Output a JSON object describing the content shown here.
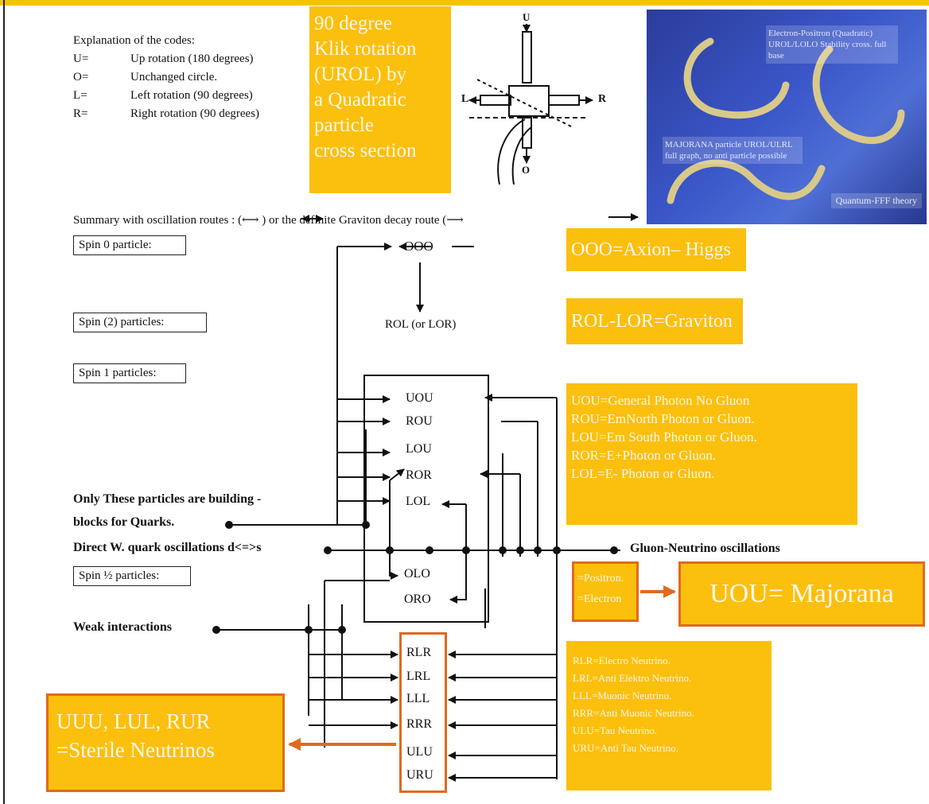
{
  "codes": {
    "title": "Explanation of the codes:",
    "items": [
      {
        "key": "U=",
        "desc": "Up rotation (180 degrees)"
      },
      {
        "key": "O=",
        "desc": "Unchanged circle."
      },
      {
        "key": "L=",
        "desc": "Left rotation (90 degrees)"
      },
      {
        "key": "R=",
        "desc": "Right rotation (90 degrees)"
      }
    ]
  },
  "title_box": [
    "90 degree",
    "Klik rotation",
    "(UROL) by",
    "a Quadratic",
    "particle",
    "cross section"
  ],
  "cross_diagram": {
    "top": "U",
    "left": "L",
    "right": "R",
    "bottom": "O"
  },
  "photo": {
    "note1": "Electron-Positron (Quadratic) UROL/LOLO Stability cross. full base",
    "note2": "MAJORANA particle UROL/ULRL full graph, no anti particle possible",
    "caption": "Quantum-FFF theory"
  },
  "summary": "Summary with oscillation routes : (⟷ ) or the definite Graviton decay route (⟶",
  "spin_labels": {
    "spin0": "Spin 0 particle:",
    "spin2": "Spin (2) particles:",
    "spin1": "Spin 1 particles:",
    "spin_half": "Spin ½ particles:"
  },
  "nodes": {
    "ooo": "OOO",
    "rol": "ROL (or LOR)",
    "spin1": [
      "UOU",
      "ROU",
      "LOU",
      "ROR",
      "LOL"
    ],
    "spin_half": [
      "OLO",
      "ORO"
    ],
    "neutrinos": [
      "RLR",
      "LRL",
      "LLL",
      "RRR",
      "ULU",
      "URU"
    ]
  },
  "side_labels": {
    "building_1": "Only These particles are building -",
    "building_2": "blocks for Quarks.",
    "direct": "Direct W. quark oscillations d<=>s",
    "weak": "Weak interactions",
    "gluon": "Gluon-Neutrino oscillations"
  },
  "boxes": {
    "ooo": "OOO=Axion– Higgs",
    "graviton": "ROL-LOR=Graviton",
    "spin1_defs": [
      "UOU=General Photon No Gluon",
      "ROU=EmNorth Photon or Gluon.",
      "LOU=Em South Photon or Gluon.",
      "ROR=E+Photon or Gluon.",
      "LOL=E- Photon or Gluon."
    ],
    "leptons": [
      "=Positron.",
      "=Electron"
    ],
    "majorana": "UOU= Majorana",
    "neutrino_defs": [
      "RLR=Electro Neutrino.",
      "LRL=Anti Elektro Neutrino.",
      "LLL=Muonic Neutrino.",
      "RRR=Anti Muonic Neutrino.",
      "ULU=Tau Neutrino.",
      "URU=Anti Tau Neutrino."
    ],
    "sterile_1": "UUU, LUL, RUR",
    "sterile_2": "=Sterile Neutrinos"
  },
  "colors": {
    "highlight": "#fbbf0e",
    "accent": "#e06a1f",
    "photo_bg": "#3a56c8"
  }
}
